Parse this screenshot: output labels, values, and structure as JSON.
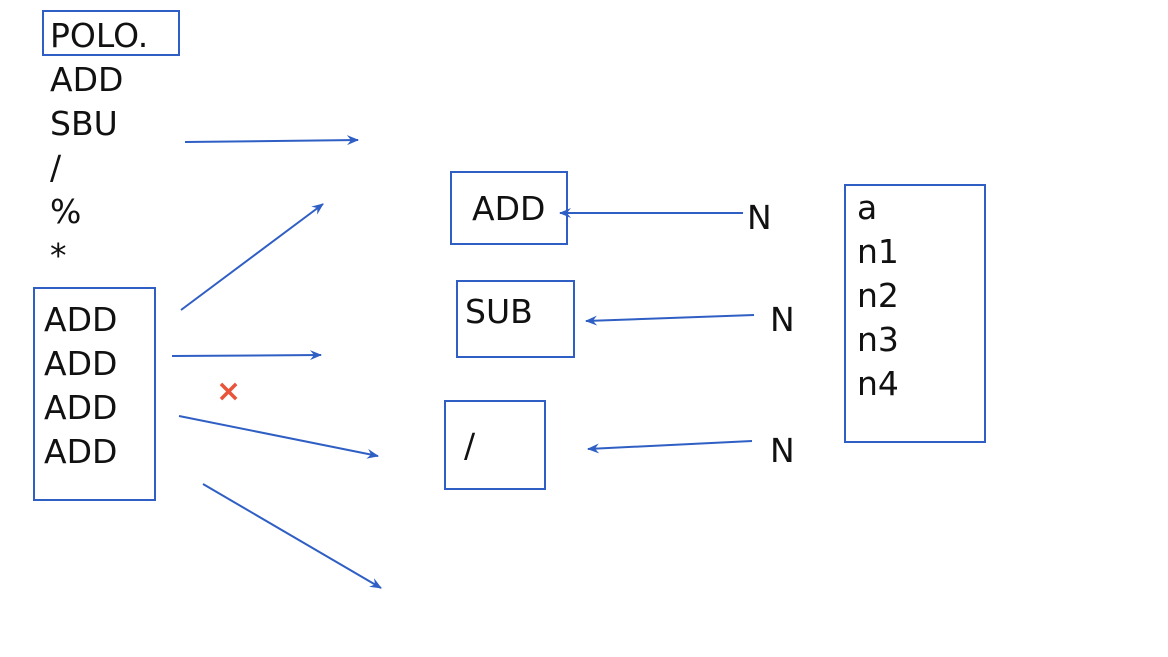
{
  "top_list": {
    "heading": "POLO.",
    "items": [
      "ADD",
      "SBU",
      "/",
      "%",
      "*"
    ]
  },
  "left_box": {
    "items": [
      "ADD",
      "ADD",
      "ADD",
      "ADD"
    ]
  },
  "boxes": {
    "add": "ADD",
    "sub": "SUB",
    "div": "/"
  },
  "n_labels": {
    "n_add": "N",
    "n_sub": "N",
    "n_div": "N"
  },
  "right_box": {
    "items": [
      "a",
      "n1",
      "n2",
      "n3",
      "n4"
    ]
  },
  "marker": "×",
  "colors": {
    "stroke": "#2f5fc4",
    "cross": "#e8553a",
    "text": "#111111"
  }
}
